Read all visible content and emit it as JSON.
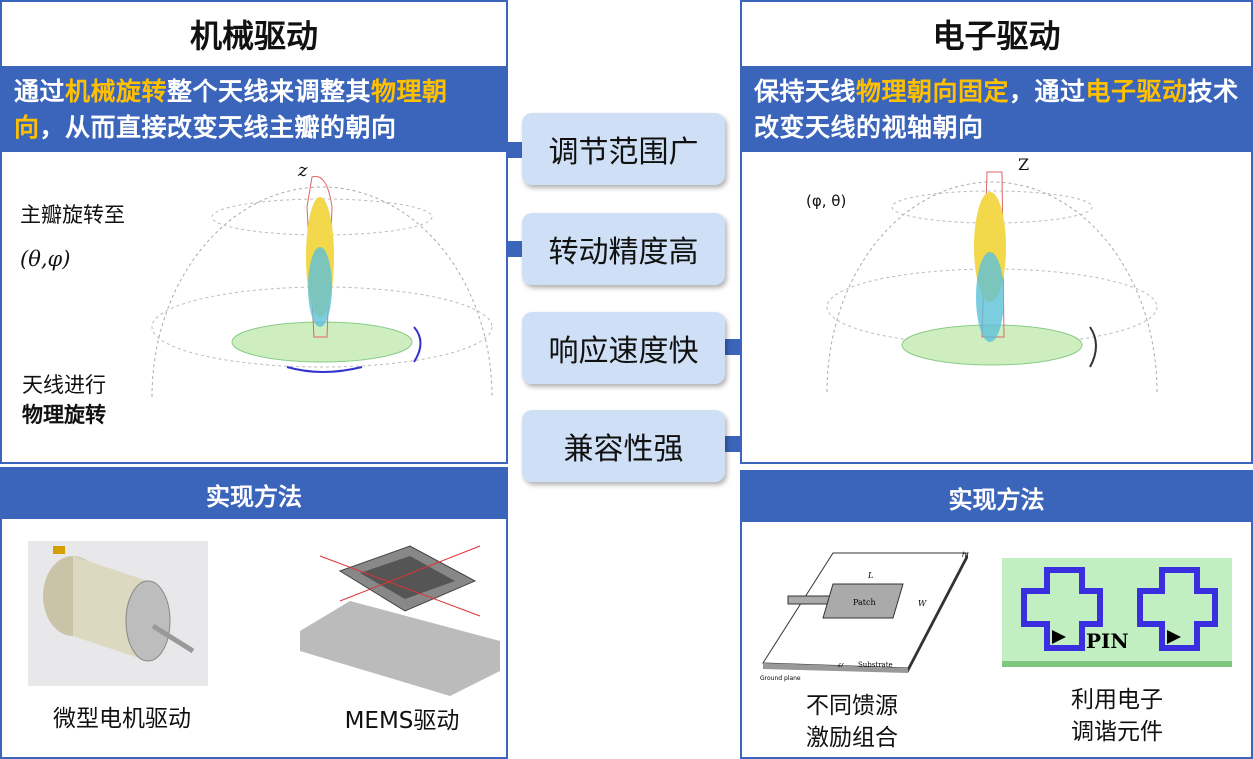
{
  "left": {
    "title": "机械驱动",
    "banner": {
      "p1": "通过",
      "h1": "机械旋转",
      "p2": "整个天线来调整其",
      "h2": "物理朝向",
      "p3": "，从而直接改变天线主瓣的朝向"
    },
    "label_rotate": "主瓣旋转至",
    "label_angle": "(θ,φ)",
    "label_phys1": "天线进行",
    "label_phys2": "物理旋转",
    "axis_z": "z",
    "method_header": "实现方法",
    "methods": [
      "微型电机驱动",
      "MEMS驱动"
    ]
  },
  "right": {
    "title": "电子驱动",
    "banner": {
      "p1": "保持天线",
      "h1": "物理朝向固定",
      "p2": "，通过",
      "h2": "电子驱动",
      "p3": "技术改变天线的视轴朝向"
    },
    "label_angle": "(φ, θ)",
    "axis_z": "Z",
    "method_header": "实现方法",
    "methods": [
      "不同馈源\n激励组合",
      "利用电子\n调谐元件"
    ],
    "patch_labels": {
      "patch": "Patch",
      "L": "L",
      "W": "W",
      "h": "h",
      "substrate": "Substrate",
      "ground": "Ground plane",
      "er": "εr"
    },
    "pin_label": "PIN"
  },
  "center": {
    "features": [
      "调节范围广",
      "转动精度高",
      "响应速度快",
      "兼容性强"
    ]
  },
  "colors": {
    "blue": "#3b64bb",
    "highlight": "#ffc000",
    "pill": "#cfe0f6"
  }
}
